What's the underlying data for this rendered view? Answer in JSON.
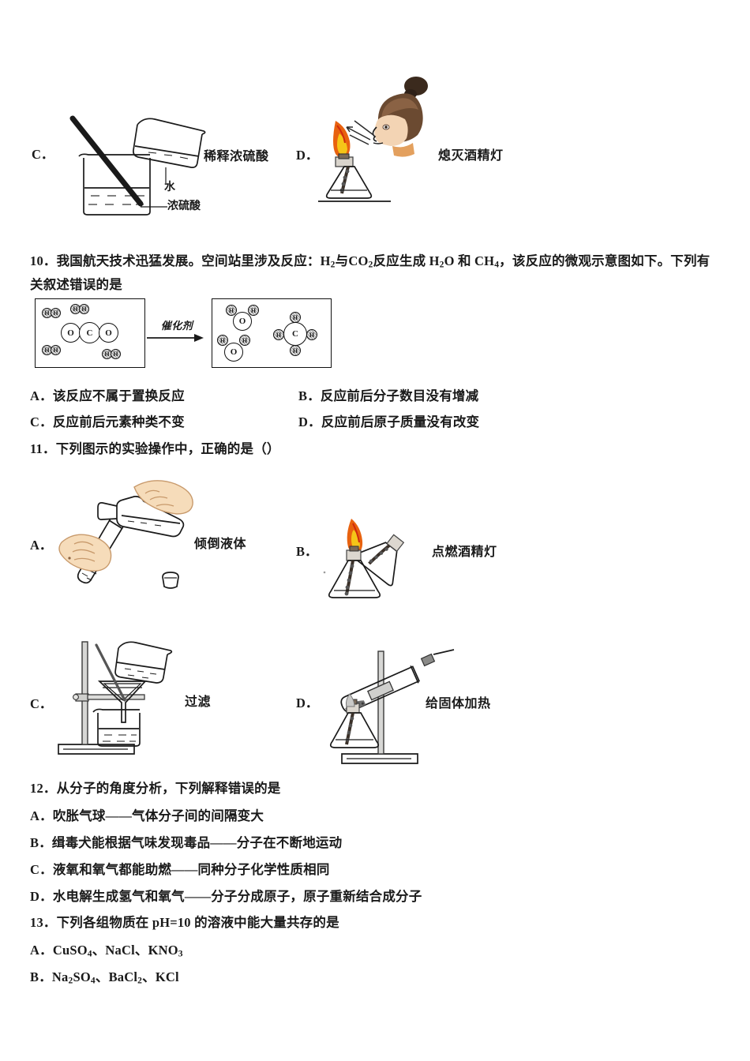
{
  "document": {
    "type": "chemistry-exam-page",
    "language": "zh-CN"
  },
  "question_9_options": {
    "option_c": {
      "letter": "C．",
      "caption": "稀释浓硫酸",
      "labels": {
        "water": "水",
        "acid": "浓硫酸"
      }
    },
    "option_d": {
      "letter": "D．",
      "caption": "熄灭酒精灯"
    }
  },
  "question_10": {
    "number": "10．",
    "line1": "我国航天技术迅猛发展。空间站里涉及反应：H2与CO2反应生成H2O和CH4，该反应的微观示意图如下。下列有",
    "line1_parts": [
      {
        "t": "我国航天技术迅猛发展。空间站里涉及反应：",
        "sub": false
      },
      {
        "t": "H",
        "sub": false
      },
      {
        "t": "2",
        "sub": true
      },
      {
        "t": "与CO",
        "sub": false
      },
      {
        "t": "2",
        "sub": true
      },
      {
        "t": "反应生成 H",
        "sub": false
      },
      {
        "t": "2",
        "sub": true
      },
      {
        "t": "O 和 CH",
        "sub": false
      },
      {
        "t": "4",
        "sub": true
      },
      {
        "t": "，该反应的微观示意图如下。下列有",
        "sub": false
      }
    ],
    "line2": "关叙述错误的是",
    "diagram": {
      "catalyst_label": "催化剂",
      "reactants": {
        "h2_count": 4,
        "h2_label": "H",
        "co2": {
          "center": "C",
          "side": "O"
        }
      },
      "products": {
        "h2o_count": 2,
        "h2o": {
          "center": "O",
          "h": "H"
        },
        "ch4": {
          "center": "C",
          "h": "H"
        }
      }
    },
    "options": [
      {
        "letter": "A．",
        "text": "该反应不属于置换反应"
      },
      {
        "letter": "B．",
        "text": "反应前后分子数目没有增减"
      },
      {
        "letter": "C．",
        "text": "反应前后元素种类不变"
      },
      {
        "letter": "D．",
        "text": "反应前后原子质量没有改变"
      }
    ]
  },
  "question_11": {
    "number": "11．",
    "stem": "下列图示的实验操作中，正确的是（）",
    "options": [
      {
        "letter": "A．",
        "caption": "倾倒液体"
      },
      {
        "letter": "B．",
        "caption": "点燃酒精灯"
      },
      {
        "letter": "C．",
        "caption": "过滤"
      },
      {
        "letter": "D．",
        "caption": "给固体加热"
      }
    ]
  },
  "question_12": {
    "number": "12．",
    "stem": "从分子的角度分析，下列解释错误的是",
    "options": [
      {
        "letter": "A．",
        "text": "吹胀气球——气体分子间的间隔变大"
      },
      {
        "letter": "B．",
        "text": "缉毒犬能根据气味发现毒品——分子在不断地运动"
      },
      {
        "letter": "C．",
        "text": "液氧和氧气都能助燃——同种分子化学性质相同"
      },
      {
        "letter": "D．",
        "text": "水电解生成氢气和氧气——分子分成原子，原子重新结合成分子"
      }
    ]
  },
  "question_13": {
    "number": "13．",
    "stem": "下列各组物质在 pH=10 的溶液中能大量共存的是",
    "options": [
      {
        "letter": "A．",
        "formulas": [
          {
            "base": "CuSO",
            "sub": "4"
          },
          {
            "base": "NaCl",
            "sub": ""
          },
          {
            "base": "KNO",
            "sub": "3"
          }
        ]
      },
      {
        "letter": "B．",
        "formulas": [
          {
            "base": "Na",
            "sub": "2",
            "base2": "SO",
            "sub2": "4"
          },
          {
            "base": "BaCl",
            "sub": "2"
          },
          {
            "base": "KCl",
            "sub": ""
          }
        ]
      }
    ]
  },
  "colors": {
    "ink": "#1a1a1a",
    "flame_outer": "#e8620f",
    "flame_inner": "#f5c518",
    "flame_red": "#cf2a0e",
    "skin": "#f5d7b2",
    "skin_shade": "#e0b485",
    "hair": "#4a3526",
    "glass": "#f2f2f2"
  }
}
